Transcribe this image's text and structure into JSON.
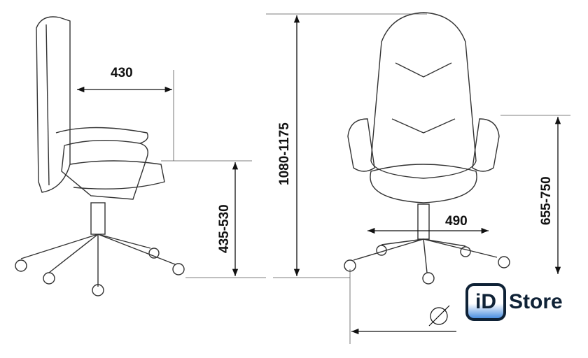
{
  "dimensions": {
    "seat_depth": "430",
    "seat_height": "435-530",
    "total_height": "1080-1175",
    "armrest_height": "655-750",
    "seat_width": "490",
    "base_diameter_symbol": "⌀"
  },
  "logo": {
    "badge": "iD",
    "text": "Store"
  },
  "colors": {
    "line": "#222222",
    "logo_dark": "#0f2236",
    "logo_blue": "#4a8fe0"
  }
}
